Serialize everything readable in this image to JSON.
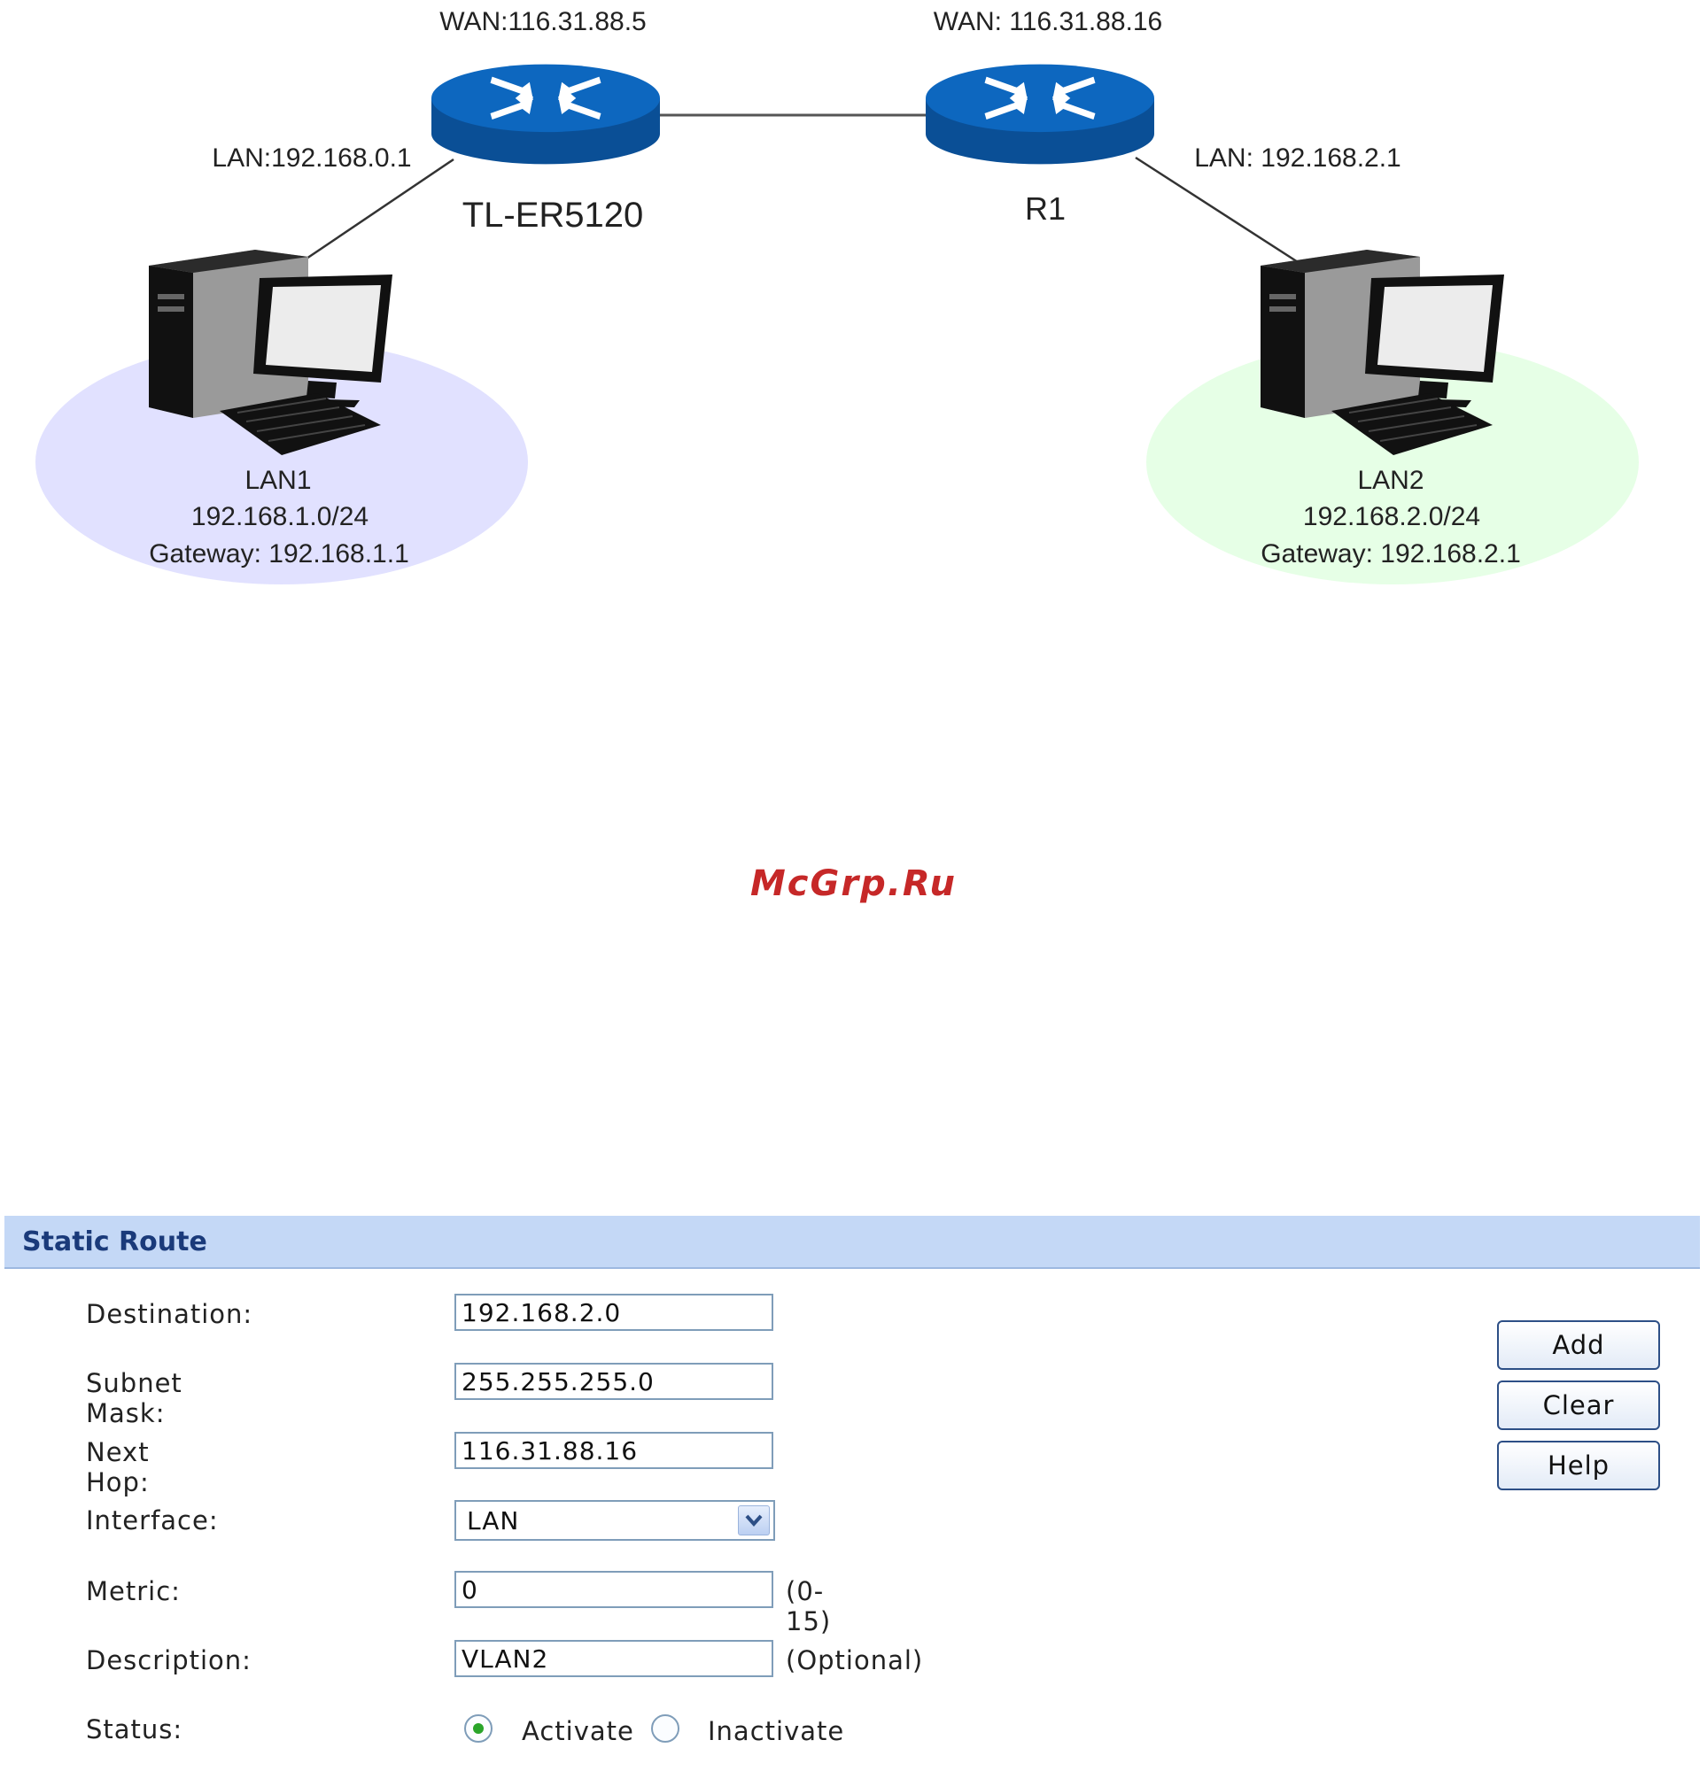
{
  "diagram": {
    "router1": {
      "name": "TL-ER5120",
      "wan": "WAN:116.31.88.5",
      "lan": "LAN:192.168.0.1"
    },
    "router2": {
      "name": "R1",
      "wan": "WAN: 116.31.88.16",
      "lan": "LAN: 192.168.2.1"
    },
    "lan1": {
      "name": "LAN1",
      "subnet": "192.168.1.0/24",
      "gateway": "Gateway: 192.168.1.1",
      "color": "#e1e1ff"
    },
    "lan2": {
      "name": "LAN2",
      "subnet": "192.168.2.0/24",
      "gateway": "Gateway: 192.168.2.1",
      "color": "#e6ffe6"
    },
    "router_color": "#0a5aa8"
  },
  "watermark": "McGrp.Ru",
  "form": {
    "title": "Static Route",
    "destination": {
      "label": "Destination:",
      "value": "192.168.2.0"
    },
    "subnet_mask": {
      "label": "Subnet Mask:",
      "value": "255.255.255.0"
    },
    "next_hop": {
      "label": "Next Hop:",
      "value": "116.31.88.16"
    },
    "interface": {
      "label": "Interface:",
      "value": "LAN"
    },
    "metric": {
      "label": "Metric:",
      "value": "0",
      "hint": "(0-15)"
    },
    "description": {
      "label": "Description:",
      "value": "VLAN2",
      "hint": "(Optional)"
    },
    "status": {
      "label": "Status:",
      "option_activate": "Activate",
      "option_inactivate": "Inactivate",
      "selected": "Activate"
    },
    "buttons": {
      "add": "Add",
      "clear": "Clear",
      "help": "Help"
    }
  }
}
